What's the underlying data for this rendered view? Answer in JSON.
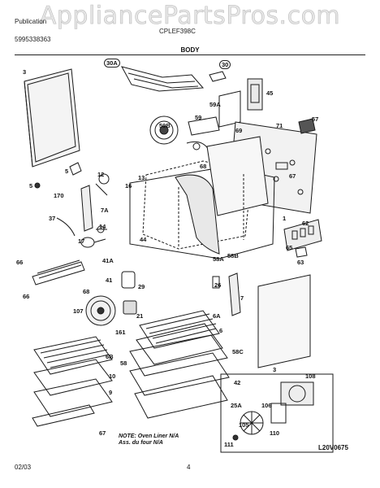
{
  "watermark": "AppliancePartsPros.com",
  "header": {
    "left_line1": "Publication",
    "left_line2": "5995338363",
    "model": "CPLEF398C",
    "section": "BODY"
  },
  "footer": {
    "date": "02/03",
    "page": "4"
  },
  "note": {
    "line1": "NOTE: Oven Liner N/A",
    "line2": "Ass. du four N/A"
  },
  "diagram_code": "L20V0675",
  "callouts": [
    {
      "id": "c3a",
      "text": "3"
    },
    {
      "id": "c30a",
      "text": "30A"
    },
    {
      "id": "c30",
      "text": "30"
    },
    {
      "id": "c45",
      "text": "45"
    },
    {
      "id": "c59a",
      "text": "59A"
    },
    {
      "id": "c59b",
      "text": "59B"
    },
    {
      "id": "c59",
      "text": "59"
    },
    {
      "id": "c69",
      "text": "69"
    },
    {
      "id": "c71",
      "text": "71"
    },
    {
      "id": "c57",
      "text": "57"
    },
    {
      "id": "c67",
      "text": "67"
    },
    {
      "id": "c68",
      "text": "68"
    },
    {
      "id": "c5",
      "text": "5"
    },
    {
      "id": "c12",
      "text": "12"
    },
    {
      "id": "c13",
      "text": "13"
    },
    {
      "id": "c16",
      "text": "16"
    },
    {
      "id": "c170",
      "text": "170"
    },
    {
      "id": "c5b",
      "text": "5"
    },
    {
      "id": "c7a",
      "text": "7A"
    },
    {
      "id": "c37",
      "text": "37"
    },
    {
      "id": "c14",
      "text": "14"
    },
    {
      "id": "c17",
      "text": "17"
    },
    {
      "id": "c44",
      "text": "44"
    },
    {
      "id": "c1",
      "text": "1"
    },
    {
      "id": "c62",
      "text": "62"
    },
    {
      "id": "c65",
      "text": "65"
    },
    {
      "id": "c63",
      "text": "63"
    },
    {
      "id": "c66",
      "text": "66"
    },
    {
      "id": "c41a",
      "text": "41A"
    },
    {
      "id": "c58a",
      "text": "58A"
    },
    {
      "id": "c58b",
      "text": "58B"
    },
    {
      "id": "c41",
      "text": "41"
    },
    {
      "id": "c29",
      "text": "29"
    },
    {
      "id": "c26",
      "text": "26"
    },
    {
      "id": "c7",
      "text": "7"
    },
    {
      "id": "c68b",
      "text": "68"
    },
    {
      "id": "c66b",
      "text": "66"
    },
    {
      "id": "c21",
      "text": "21"
    },
    {
      "id": "c107",
      "text": "107"
    },
    {
      "id": "c6a",
      "text": "6A"
    },
    {
      "id": "c161",
      "text": "161"
    },
    {
      "id": "c6",
      "text": "6"
    },
    {
      "id": "c58c",
      "text": "58C"
    },
    {
      "id": "c6b",
      "text": "6B"
    },
    {
      "id": "c58",
      "text": "58"
    },
    {
      "id": "c10",
      "text": "10"
    },
    {
      "id": "c42",
      "text": "42"
    },
    {
      "id": "c3b",
      "text": "3"
    },
    {
      "id": "c108",
      "text": "108"
    },
    {
      "id": "c25a",
      "text": "25A"
    },
    {
      "id": "c106",
      "text": "106"
    },
    {
      "id": "c9",
      "text": "9"
    },
    {
      "id": "c105",
      "text": "105"
    },
    {
      "id": "c110",
      "text": "110"
    },
    {
      "id": "c111",
      "text": "111"
    },
    {
      "id": "c67b",
      "text": "67"
    }
  ]
}
